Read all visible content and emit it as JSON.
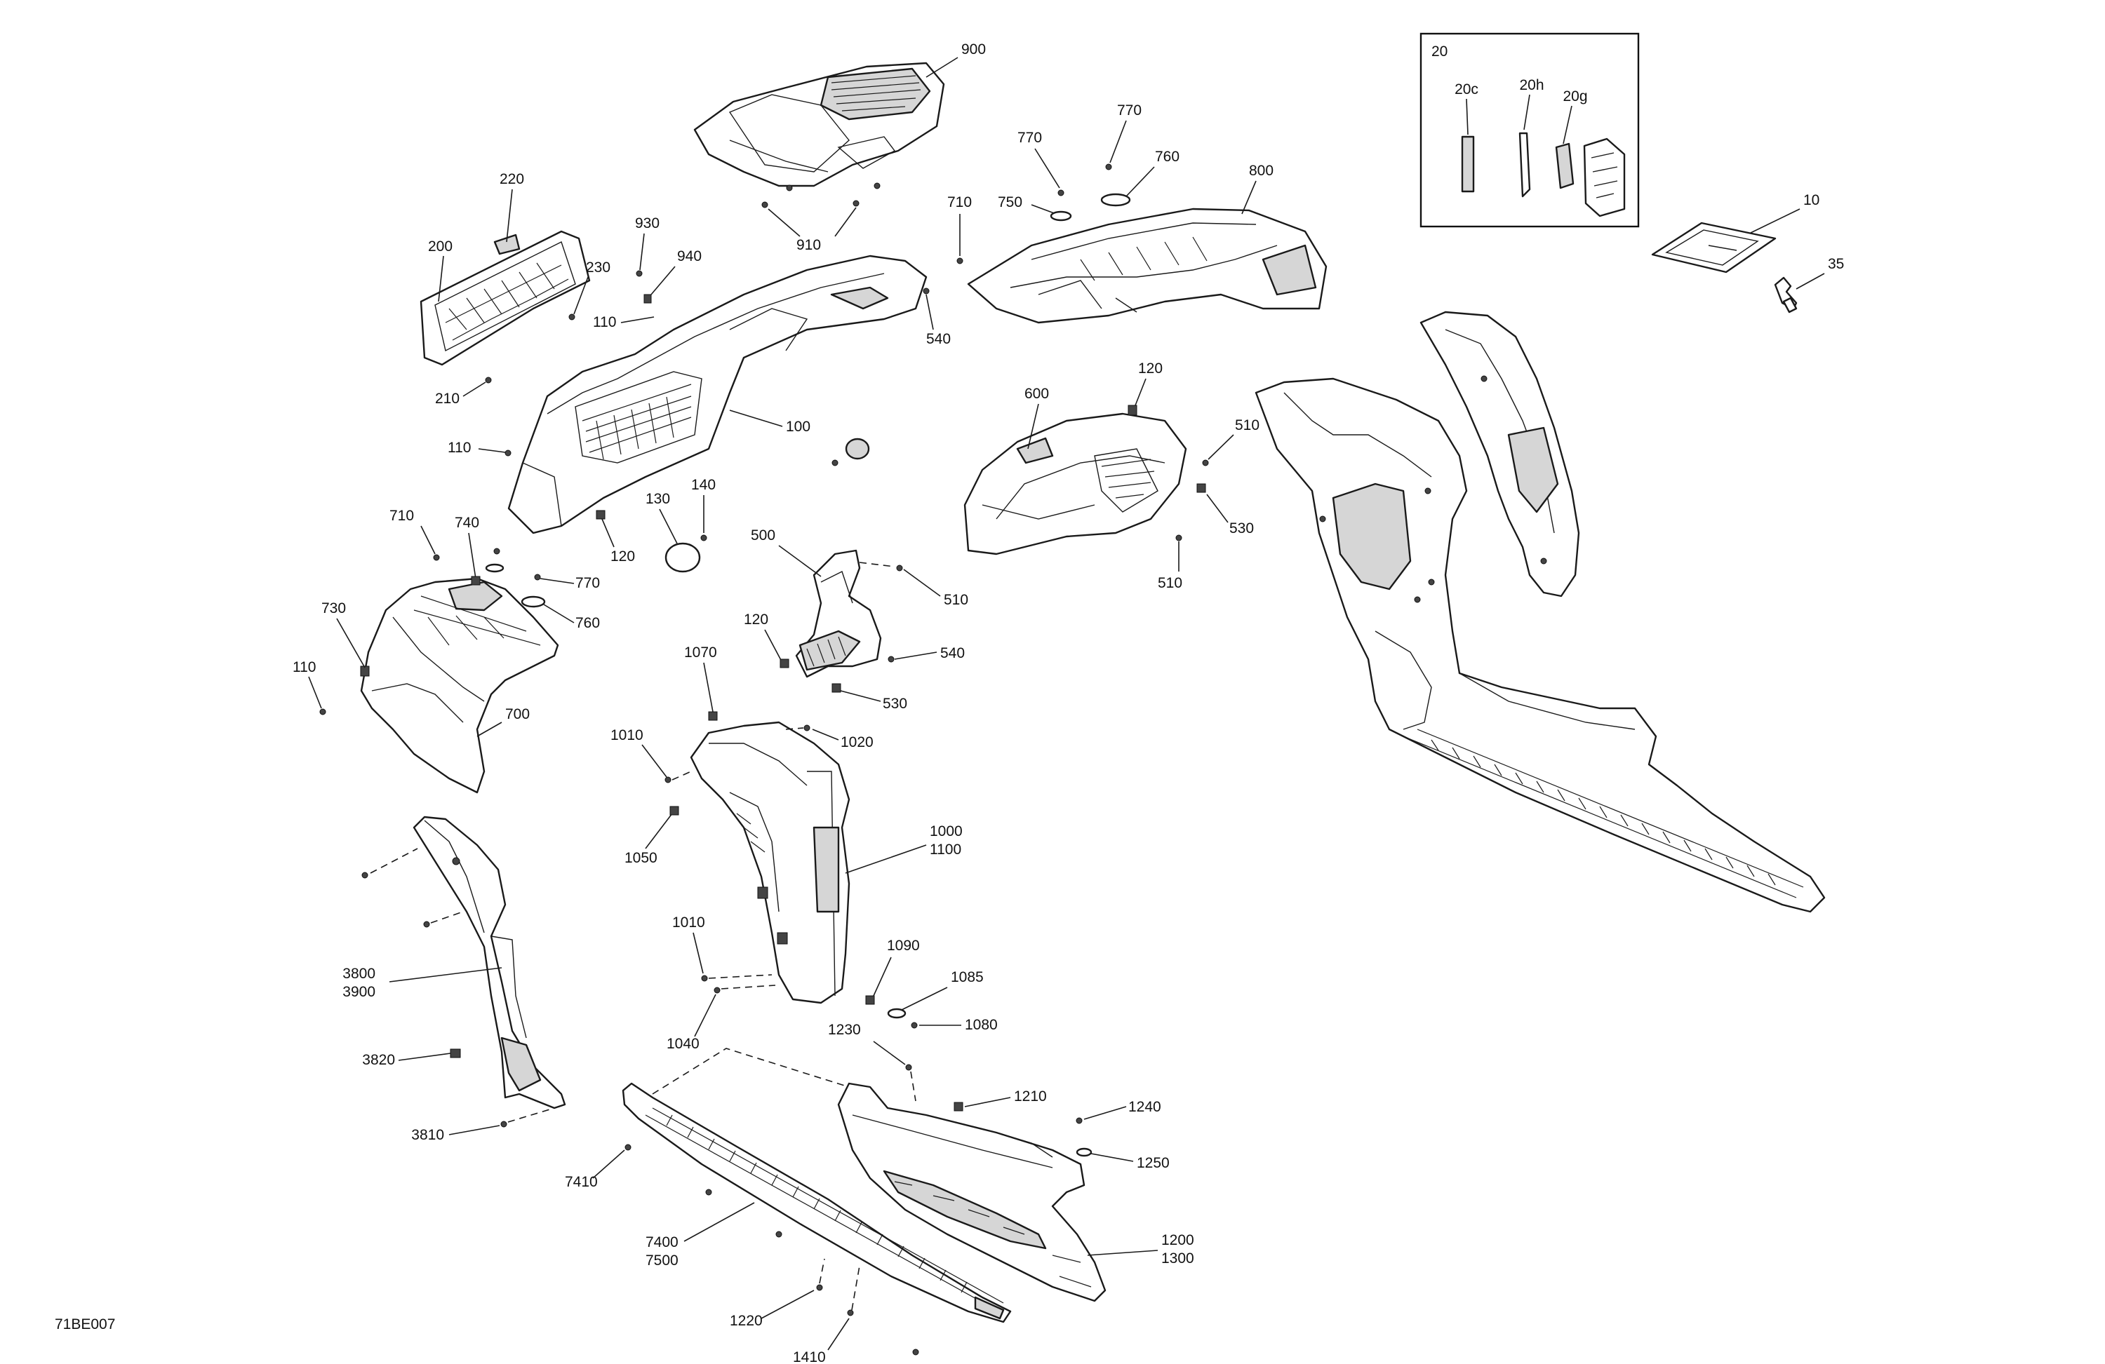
{
  "drawing_code": "71BE007",
  "labels": {
    "l900": "900",
    "l910": "910",
    "l220": "220",
    "l200": "200",
    "l230": "230",
    "l210": "210",
    "l930": "930",
    "l940": "940",
    "l110a": "110",
    "l110b": "110",
    "l110c": "110",
    "l100": "100",
    "l120a": "120",
    "l120b": "120",
    "l120c": "120",
    "l130": "130",
    "l140": "140",
    "l710a": "710",
    "l710b": "710",
    "l740": "740",
    "l770a": "770",
    "l770b": "770",
    "l770c": "770",
    "l760a": "760",
    "l760b": "760",
    "l750": "750",
    "l730": "730",
    "l700": "700",
    "l800": "800",
    "l540a": "540",
    "l540b": "540",
    "l600": "600",
    "l510a": "510",
    "l510b": "510",
    "l510c": "510",
    "l530a": "530",
    "l530b": "530",
    "l500": "500",
    "l1070": "1070",
    "l1020": "1020",
    "l1010a": "1010",
    "l1010b": "1010",
    "l1050": "1050",
    "l1000": "1000",
    "l1100": "1100",
    "l1090": "1090",
    "l1085": "1085",
    "l1080": "1080",
    "l1040": "1040",
    "l1230": "1230",
    "l1210": "1210",
    "l1240": "1240",
    "l1250": "1250",
    "l1200": "1200",
    "l1300": "1300",
    "l3800": "3800",
    "l3900": "3900",
    "l3820": "3820",
    "l3810": "3810",
    "l7410": "7410",
    "l7400": "7400",
    "l7500": "7500",
    "l1220": "1220",
    "l1410": "1410",
    "l20": "20",
    "l20c": "20c",
    "l20h": "20h",
    "l20g": "20g",
    "l10": "10",
    "l35": "35"
  }
}
